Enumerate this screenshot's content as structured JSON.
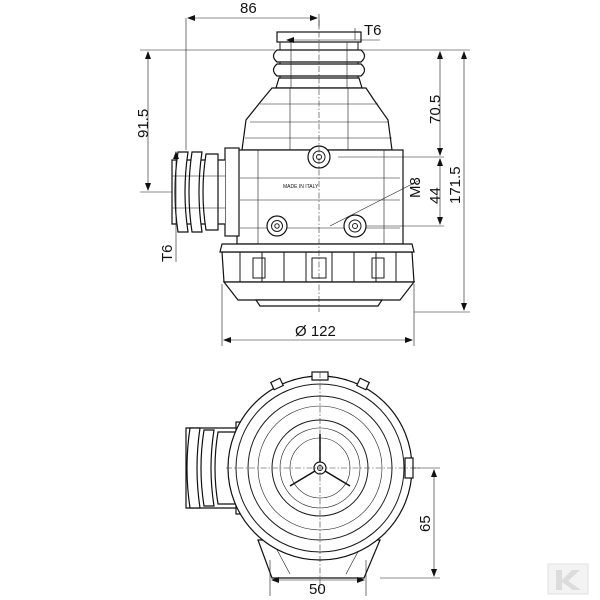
{
  "side_view": {
    "dim_top_width": "86",
    "dim_top_thread": "T6",
    "dim_left_height": "91.5",
    "dim_left_thread": "T6",
    "dim_right_upper": "70.5",
    "dim_right_m8": "M8",
    "dim_right_44": "44",
    "dim_right_total": "171.5",
    "dim_bottom_diameter": "Ø 122",
    "label_made_in": "MADE IN ITALY"
  },
  "top_view": {
    "dim_right_65": "65",
    "dim_bottom_50": "50"
  },
  "logo": {
    "name": "brand-logo-icon",
    "letter": "K",
    "color": "#e8e8e8"
  },
  "colors": {
    "line": "#111111",
    "background": "#ffffff"
  }
}
